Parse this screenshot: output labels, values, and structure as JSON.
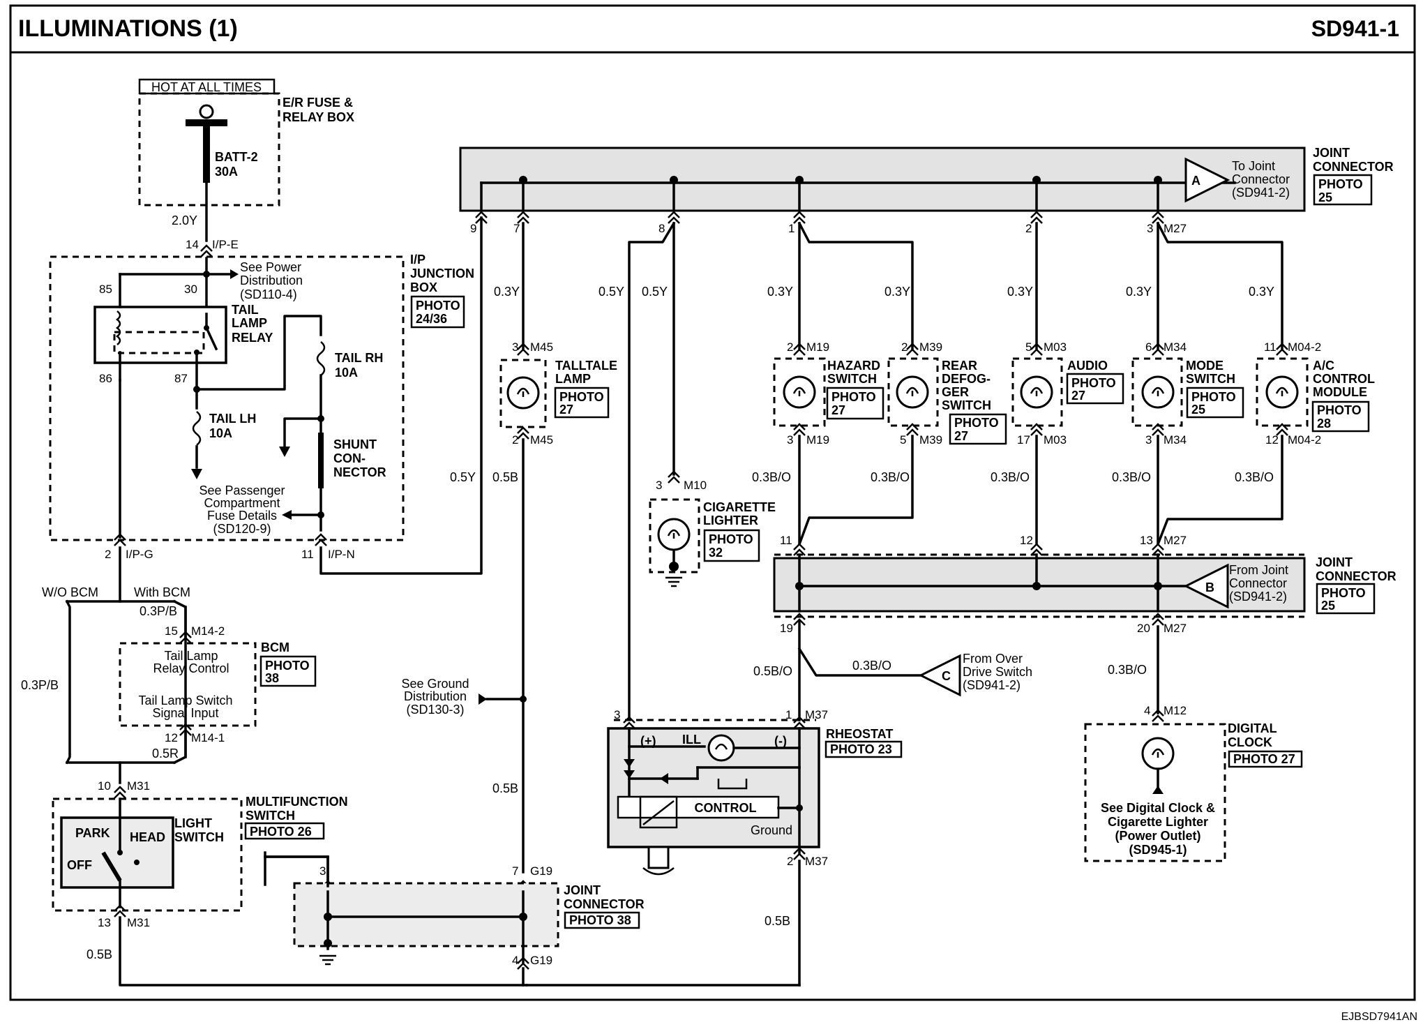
{
  "header": {
    "title": "ILLUMINATIONS (1)",
    "code": "SD941-1",
    "footer_code": "EJBSD7941AN"
  },
  "power": {
    "hot_label": "HOT AT ALL TIMES",
    "er_box_l1": "E/R FUSE &",
    "er_box_l2": "RELAY BOX",
    "fuse_name": "BATT-2",
    "fuse_amp": "30A",
    "wire_2_0y": "2.0Y",
    "pin_14": "14",
    "ipe": "I/P-E"
  },
  "ip_junction": {
    "l1": "I/P",
    "l2": "JUNCTION",
    "l3": "BOX",
    "photo": "PHOTO",
    "photo_num": "24/36",
    "see_power_1": "See Power",
    "see_power_2": "Distribution",
    "see_power_3": "(SD110-4)",
    "relay_l1": "TAIL",
    "relay_l2": "LAMP",
    "relay_l3": "RELAY",
    "pin_85": "85",
    "pin_30": "30",
    "pin_86": "86",
    "pin_87": "87",
    "tail_rh": "TAIL RH",
    "tail_rh_amp": "10A",
    "tail_lh": "TAIL LH",
    "tail_lh_amp": "10A",
    "shunt_l1": "SHUNT",
    "shunt_l2": "CON-",
    "shunt_l3": "NECTOR",
    "see_pass_1": "See Passenger",
    "see_pass_2": "Compartment",
    "see_pass_3": "Fuse Details",
    "see_pass_4": "(SD120-9)",
    "pin_2": "2",
    "ipg": "I/P-G",
    "pin_11": "11",
    "ipn": "I/P-N"
  },
  "bcm": {
    "wo_bcm": "W/O BCM",
    "with_bcm": "With BCM",
    "wire_03pb": "0.3P/B",
    "wire_03pb_left": "0.3P/B",
    "pin_15": "15",
    "m14_2": "M14-2",
    "name": "BCM",
    "photo": "PHOTO",
    "photo_num": "38",
    "ctrl_1": "Tail Lamp",
    "ctrl_2": "Relay Control",
    "ctrl_3": "Tail Lamp Switch",
    "ctrl_4": "Signal Input",
    "pin_12": "12",
    "m14_1": "M14-1",
    "wire_05r": "0.5R"
  },
  "multifunction": {
    "pin_10": "10",
    "m31_top": "M31",
    "l1": "MULTIFUNCTION",
    "l2": "SWITCH",
    "photo": "PHOTO 26",
    "park": "PARK",
    "head": "HEAD",
    "off": "OFF",
    "light_1": "LIGHT",
    "light_2": "SWITCH",
    "pin_13": "13",
    "m31_bot": "M31",
    "wire_05b": "0.5B"
  },
  "joint_top": {
    "l1": "JOINT",
    "l2": "CONNECTOR",
    "photo": "PHOTO",
    "photo_num": "25",
    "to_1": "To Joint",
    "to_2": "Connector",
    "to_3": "(SD941-2)",
    "ref_a": "A",
    "pins": [
      "9",
      "7",
      "8",
      "1",
      "2",
      "3"
    ],
    "m27": "M27"
  },
  "wires": {
    "w03y": "0.3Y",
    "w05y": "0.5Y",
    "w05b": "0.5B",
    "w03bo": "0.3B/O",
    "w05bo": "0.5B/O"
  },
  "talltale": {
    "pin_top": "3",
    "conn_top": "M45",
    "l1": "TALLTALE",
    "l2": "LAMP",
    "photo": "PHOTO",
    "photo_num": "27",
    "pin_bot": "2",
    "conn_bot": "M45"
  },
  "hazard": {
    "pin_top": "2",
    "conn_top": "M19",
    "l1": "HAZARD",
    "l2": "SWITCH",
    "photo": "PHOTO",
    "photo_num": "27",
    "pin_bot": "3",
    "conn_bot": "M19"
  },
  "rear_defog": {
    "pin_top": "2",
    "conn_top": "M39",
    "l1": "REAR",
    "l2": "DEFOG-",
    "l3": "GER",
    "l4": "SWITCH",
    "photo": "PHOTO",
    "photo_num": "27",
    "pin_bot": "5",
    "conn_bot": "M39"
  },
  "audio": {
    "pin_top": "5",
    "conn_top": "M03",
    "l1": "AUDIO",
    "photo": "PHOTO",
    "photo_num": "27",
    "pin_bot": "17",
    "conn_bot": "M03"
  },
  "mode": {
    "pin_top": "6",
    "conn_top": "M34",
    "l1": "MODE",
    "l2": "SWITCH",
    "photo": "PHOTO",
    "photo_num": "25",
    "pin_bot": "3",
    "conn_bot": "M34"
  },
  "ac": {
    "pin_top": "11",
    "conn_top": "M04-2",
    "l1": "A/C",
    "l2": "CONTROL",
    "l3": "MODULE",
    "photo": "PHOTO",
    "photo_num": "28",
    "pin_bot": "12",
    "conn_bot": "M04-2"
  },
  "cigarette": {
    "pin_top": "3",
    "conn_top": "M10",
    "l1": "CIGARETTE",
    "l2": "LIGHTER",
    "photo": "PHOTO",
    "photo_num": "32"
  },
  "joint_mid": {
    "l1": "JOINT",
    "l2": "CONNECTOR",
    "photo": "PHOTO",
    "photo_num": "25",
    "from_1": "From Joint",
    "from_2": "Connector",
    "from_3": "(SD941-2)",
    "ref_b": "B",
    "pin_11": "11",
    "pin_12": "12",
    "pin_13": "13",
    "m27_top": "M27",
    "pin_19": "19",
    "pin_20": "20",
    "m27_bot": "M27"
  },
  "overdrive": {
    "ref_c": "C",
    "l1": "From Over",
    "l2": "Drive Switch",
    "l3": "(SD941-2)"
  },
  "ground_ref": {
    "l1": "See Ground",
    "l2": "Distribution",
    "l3": "(SD130-3)"
  },
  "rheostat": {
    "pin_3": "3",
    "pin_1": "1",
    "m37_top": "M37",
    "name": "RHEOSTAT",
    "photo": "PHOTO 23",
    "plus": "(+)",
    "ill": "ILL",
    "minus": "(-)",
    "control": "CONTROL",
    "ground": "Ground",
    "pin_2": "2",
    "m37_bot": "M37"
  },
  "digital_clock": {
    "pin_top": "4",
    "conn_top": "M12",
    "l1": "DIGITAL",
    "l2": "CLOCK",
    "photo": "PHOTO 27",
    "see_1": "See Digital Clock &",
    "see_2": "Cigarette Lighter",
    "see_3": "(Power Outlet)",
    "see_4": "(SD945-1)"
  },
  "joint_bottom": {
    "l1": "JOINT",
    "l2": "CONNECTOR",
    "photo": "PHOTO 38",
    "pin_3": "3",
    "pin_7": "7",
    "g19_top": "G19",
    "pin_4": "4",
    "g19_bot": "G19"
  }
}
